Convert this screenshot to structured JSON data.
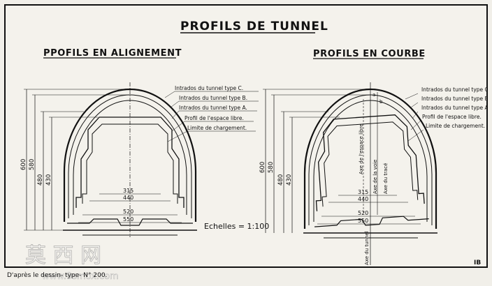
{
  "title": "PROFILS DE TUNNEL",
  "left_panel": {
    "heading": "PPOFILS EN ALIGNEMENT",
    "labels": [
      "Intrados du tunnel type C.",
      "Intrados du tunnel type B.",
      "Intrados du tunnel type A.",
      "Profil de l'espace libre.",
      "Limite de chargement."
    ],
    "vertical_dims": [
      "600",
      "580",
      "480",
      "430"
    ],
    "widths": [
      "315",
      "440",
      "520",
      "550"
    ],
    "scale": "Echelles = 1:100"
  },
  "right_panel": {
    "heading": "PROFILS EN COURBE",
    "labels": [
      "Intrados du tunnel type C",
      "Intrados du tunnel type B.",
      "Intrados du tunnel type A",
      "Profil de l'espace libre.",
      "Limite de chargement."
    ],
    "vertical_dims": [
      "600",
      "580",
      "480",
      "430"
    ],
    "widths": [
      "315",
      "440",
      "520",
      "550"
    ],
    "axis_labels": [
      "Axe de l'espace libre",
      "Axe de la voie",
      "Axe du tracé",
      "Axe du tunnel"
    ],
    "offsets": [
      "a",
      "b"
    ]
  },
  "footer": "D'après le dessin- type- N° 200.",
  "signature": "IB",
  "watermark": {
    "text": "莫 西 网",
    "url": "www.9smox.com"
  },
  "colors": {
    "ink": "#111111",
    "paper": "#f1efe9"
  }
}
